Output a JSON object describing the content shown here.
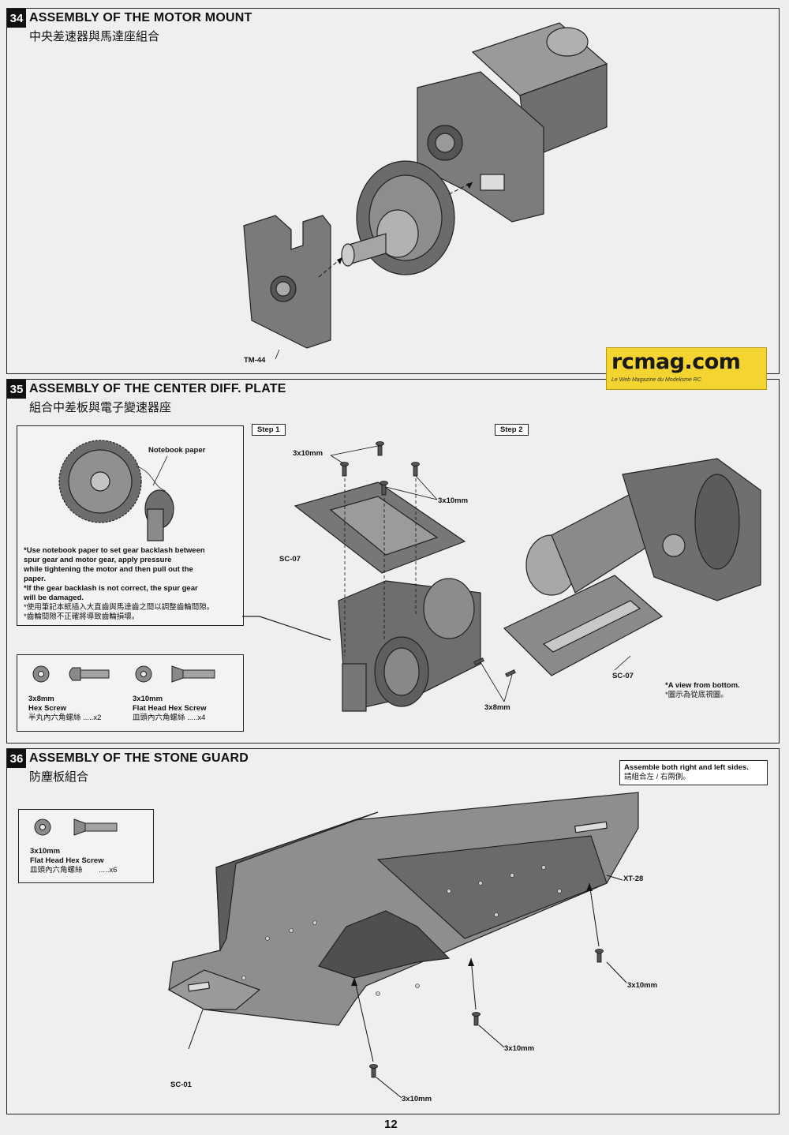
{
  "s34": {
    "num": "34",
    "title_en": "ASSEMBLY OF THE MOTOR MOUNT",
    "title_zh": "中央差速器與馬達座組合",
    "part_label": "TM-44"
  },
  "s35": {
    "num": "35",
    "title_en": "ASSEMBLY OF THE CENTER DIFF. PLATE",
    "title_zh": "組合中差板與電子變速器座",
    "step1": "Step 1",
    "step2": "Step 2",
    "notebook": "Notebook paper",
    "note_lines": [
      "*Use notebook paper to set gear backlash between",
      "  spur gear and motor gear, apply pressure",
      "  while tightening the motor and then pull out the",
      "  paper.",
      "*If the gear backlash is not correct, the spur gear",
      "  will be damaged.",
      "*使用筆記本紙插入大直齒與馬達齒之間以調整齒輪間隙。",
      "*齒輪間隙不正確將導致齒輪損壞。"
    ],
    "parts": [
      {
        "size": "3x8mm",
        "name": "Hex Screw",
        "zh": "半丸內六角螺絲",
        "qty": ".....x2"
      },
      {
        "size": "3x10mm",
        "name": "Flat Head Hex Screw",
        "zh": "皿頭內六角螺絲",
        "qty": ".....x4"
      }
    ],
    "screw_a": "3x10mm",
    "screw_b": "3x10mm",
    "plate1": "SC-07",
    "plate2": "SC-07",
    "screw_c": "3x8mm",
    "view_note_en": "*A view from bottom.",
    "view_note_zh": "*圖示為從底視圖。"
  },
  "s36": {
    "num": "36",
    "title_en": "ASSEMBLY OF THE STONE GUARD",
    "title_zh": "防塵板組合",
    "assemble_en": "Assemble both right and left sides.",
    "assemble_zh": "請組合左 / 右兩側。",
    "part": {
      "size": "3x10mm",
      "name": "Flat Head Hex Screw",
      "zh": "皿頭內六角螺絲",
      "qty": ".....x6"
    },
    "xt": "XT-28",
    "sc": "SC-01",
    "screw1": "3x10mm",
    "screw2": "3x10mm",
    "screw3": "3x10mm"
  },
  "watermark": {
    "brand": "rcmag.com",
    "tagline": "Le Web Magazine du Modelisme RC"
  },
  "page_number": "12"
}
